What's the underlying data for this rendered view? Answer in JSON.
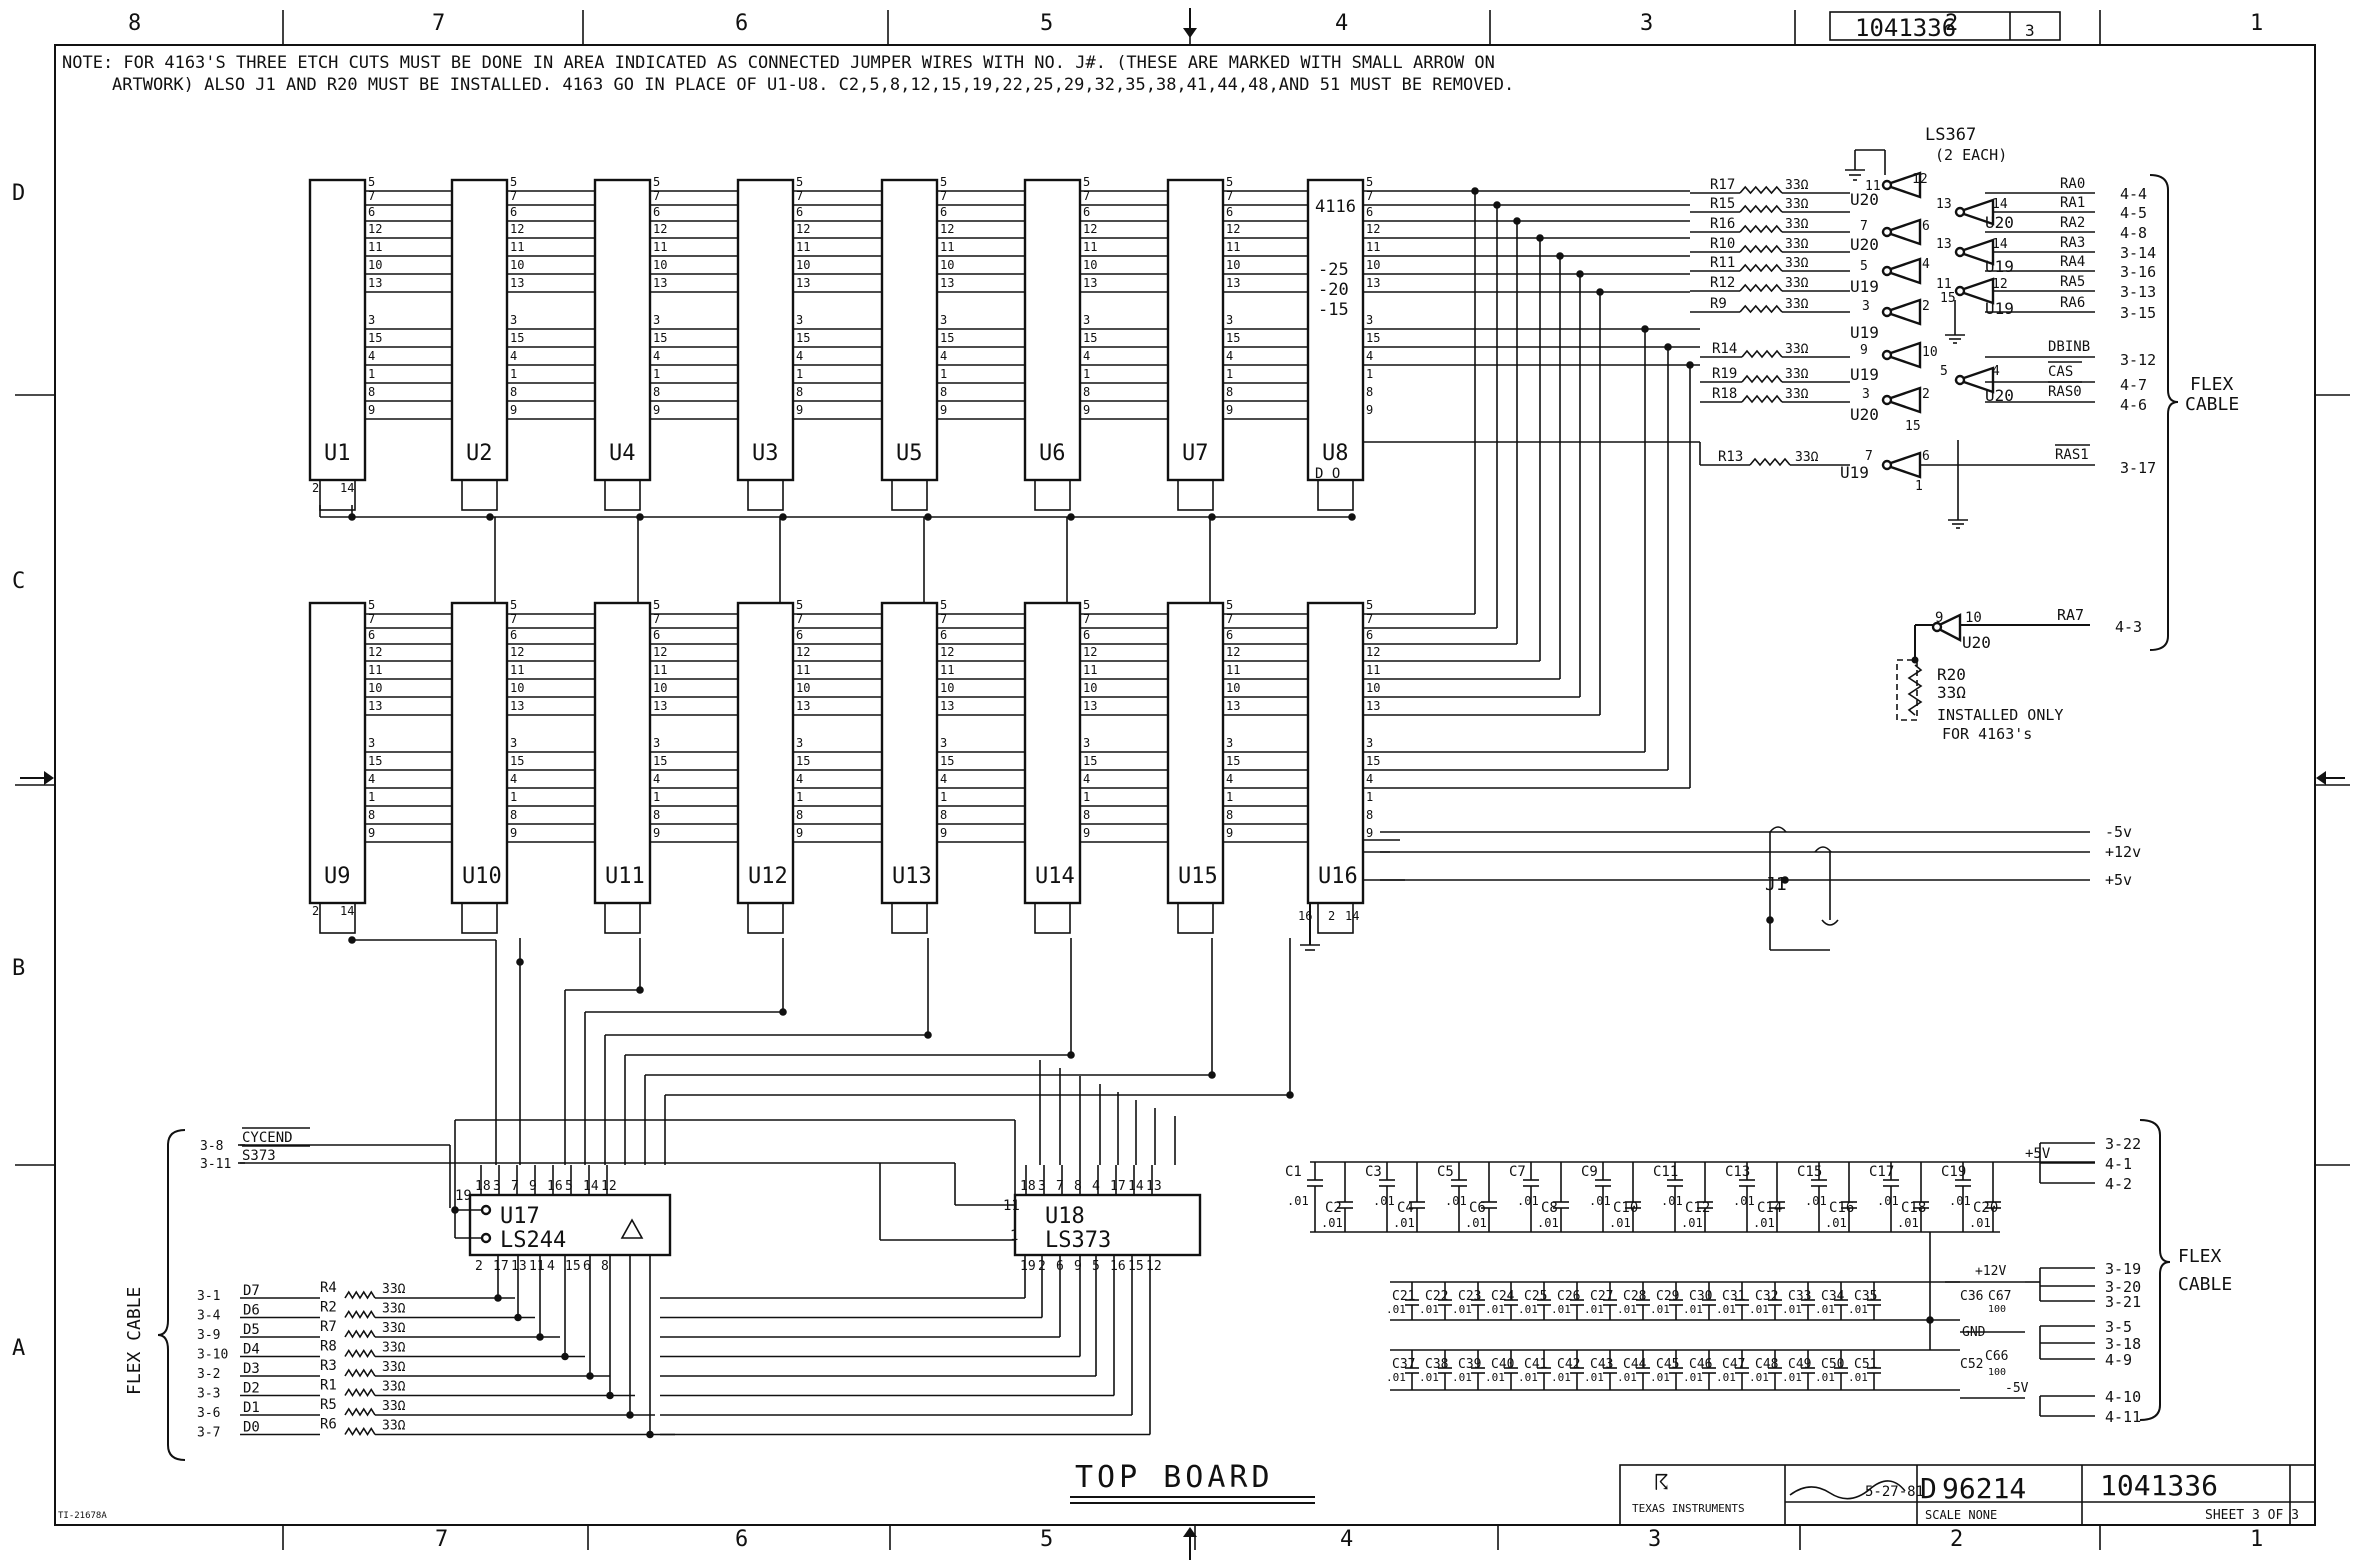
{
  "drawing_number": "1041336",
  "revision": "3",
  "border": {
    "top_zones": [
      "8",
      "7",
      "6",
      "5",
      "4",
      "3",
      "2",
      "1"
    ],
    "bottom_zones": [
      "7",
      "6",
      "5",
      "4",
      "3",
      "2",
      "1"
    ],
    "rows": [
      "D",
      "C",
      "B",
      "A"
    ]
  },
  "note": {
    "line1": "NOTE: FOR 4163'S THREE ETCH CUTS MUST BE DONE IN AREA INDICATED AS CONNECTED JUMPER WIRES WITH NO. J#. (THESE ARE MARKED WITH SMALL ARROW ON",
    "line2": "ARTWORK) ALSO J1 AND R20 MUST BE INSTALLED. 4163 GO IN PLACE OF U1-U8. C2,5,8,12,15,19,22,25,29,32,35,38,41,44,48,AND 51 MUST BE REMOVED."
  },
  "ram_top": [
    "U1",
    "U2",
    "U4",
    "U3",
    "U5",
    "U6",
    "U7",
    "U8"
  ],
  "ram_bottom": [
    "U9",
    "U10",
    "U11",
    "U12",
    "U13",
    "U14",
    "U15",
    "U16"
  ],
  "ram_pins": [
    "5",
    "7",
    "6",
    "12",
    "11",
    "10",
    "13",
    "3",
    "15",
    "4",
    "1",
    "8",
    "9"
  ],
  "u8_part": "4116",
  "u8_voltages": [
    "-25",
    "-20",
    "-15"
  ],
  "u8_do": "D O",
  "ram_bottom_pins": [
    "2",
    "14"
  ],
  "u16_bottom_pins": [
    "16",
    "2",
    "14"
  ],
  "ls367_label": "LS367",
  "ls367_sub": "(2 EACH)",
  "address_drivers": [
    {
      "res": "R17",
      "val": "33Ω",
      "sig": "RA0",
      "ref": "4-4"
    },
    {
      "res": "R15",
      "val": "33Ω",
      "sig": "RA1",
      "ref": "4-5"
    },
    {
      "res": "R16",
      "val": "33Ω",
      "sig": "RA2",
      "ref": "4-8"
    },
    {
      "res": "R10",
      "val": "33Ω",
      "sig": "RA3",
      "ref": "3-14"
    },
    {
      "res": "R11",
      "val": "33Ω",
      "sig": "RA4",
      "ref": "3-16"
    },
    {
      "res": "R12",
      "val": "33Ω",
      "sig": "RA5",
      "ref": "3-13"
    },
    {
      "res": "R9",
      "val": "33Ω",
      "sig": "RA6",
      "ref": "3-15"
    }
  ],
  "control_drivers": [
    {
      "res": "R14",
      "val": "33Ω",
      "sig": "DBINB",
      "ref": "3-12"
    },
    {
      "res": "R19",
      "val": "33Ω",
      "sig": "CAS",
      "ref": "4-7"
    },
    {
      "res": "R18",
      "val": "33Ω",
      "sig": "RAS0",
      "ref": "4-6"
    }
  ],
  "ras1": {
    "res": "R13",
    "val": "33Ω",
    "sig": "RAS1",
    "ref": "3-17"
  },
  "ra7": {
    "sig": "RA7",
    "ref": "4-3",
    "gate": "U20"
  },
  "gate_labels": [
    "U20",
    "U20",
    "U20",
    "U19",
    "U19",
    "U19",
    "U19",
    "U19",
    "U20",
    "U20",
    "U19",
    "U20"
  ],
  "gate_pins": [
    "11",
    "12",
    "13",
    "14",
    "7",
    "6",
    "13",
    "14",
    "5",
    "4",
    "11",
    "12",
    "3",
    "2",
    "15",
    "9",
    "10",
    "5",
    "4",
    "3",
    "2",
    "15",
    "7",
    "6",
    "1",
    "9",
    "10"
  ],
  "r20": {
    "name": "R20",
    "val": "33Ω",
    "note1": "INSTALLED ONLY",
    "note2": "FOR 4163's"
  },
  "flex_cable_label": "FLEX CABLE",
  "power_rails": [
    {
      "label": "-5v"
    },
    {
      "label": "+12v"
    },
    {
      "label": "+5v"
    }
  ],
  "jumper": "J1",
  "u17": {
    "name": "U17",
    "part": "LS244",
    "top_pins": [
      "18",
      "3",
      "7",
      "9",
      "16",
      "5",
      "14",
      "12"
    ],
    "bottom_pins": [
      "2",
      "17",
      "13",
      "11",
      "4",
      "15",
      "6",
      "8"
    ],
    "oe": "19"
  },
  "u18": {
    "name": "U18",
    "part": "LS373",
    "top_pins": [
      "18",
      "3",
      "7",
      "8",
      "4",
      "17",
      "14",
      "13"
    ],
    "bottom_pins": [
      "19",
      "2",
      "6",
      "9",
      "5",
      "16",
      "15",
      "12"
    ],
    "pin11": "11",
    "pin1": "1"
  },
  "control_inputs": [
    {
      "ref": "3-8",
      "sig": "CYCEND"
    },
    {
      "ref": "3-11",
      "sig": "S373"
    }
  ],
  "data_inputs": [
    {
      "ref": "3-1",
      "sig": "D7",
      "res": "R4",
      "val": "33Ω"
    },
    {
      "ref": "3-4",
      "sig": "D6",
      "res": "R2",
      "val": "33Ω"
    },
    {
      "ref": "3-9",
      "sig": "D5",
      "res": "R7",
      "val": "33Ω"
    },
    {
      "ref": "3-10",
      "sig": "D4",
      "res": "R8",
      "val": "33Ω"
    },
    {
      "ref": "3-2",
      "sig": "D3",
      "res": "R3",
      "val": "33Ω"
    },
    {
      "ref": "3-3",
      "sig": "D2",
      "res": "R1",
      "val": "33Ω"
    },
    {
      "ref": "3-6",
      "sig": "D1",
      "res": "R5",
      "val": "33Ω"
    },
    {
      "ref": "3-7",
      "sig": "D0",
      "res": "R6",
      "val": "33Ω"
    }
  ],
  "flex_cable_vertical": "FLEX CABLE",
  "caps_row1": [
    "C1",
    "C3",
    "C5",
    "C7",
    "C9",
    "C11",
    "C13",
    "C15",
    "C17",
    "C19"
  ],
  "caps_row1_low": [
    "C2",
    "C4",
    "C6",
    "C8",
    "C10",
    "C12",
    "C14",
    "C16",
    "C18",
    "C20"
  ],
  "caps_row2": [
    "C21",
    "C22",
    "C23",
    "C24",
    "C25",
    "C26",
    "C27",
    "C28",
    "C29",
    "C30",
    "C31",
    "C32",
    "C33",
    "C34",
    "C35",
    "C36",
    "C67"
  ],
  "caps_row3": [
    "C37",
    "C38",
    "C39",
    "C40",
    "C41",
    "C42",
    "C43",
    "C44",
    "C45",
    "C46",
    "C47",
    "C48",
    "C49",
    "C50",
    "C51",
    "C52",
    "C66"
  ],
  "cap_value": ".01",
  "cap_big_value": "100",
  "power_supply_refs": [
    {
      "label": "+5V",
      "refs": [
        "3-22",
        "4-1",
        "4-2"
      ]
    },
    {
      "label": "+12V",
      "refs": [
        "3-19",
        "3-20",
        "3-21"
      ]
    },
    {
      "label": "GND",
      "refs": [
        "3-5",
        "3-18",
        "4-9"
      ]
    },
    {
      "label": "-5V",
      "refs": [
        "4-10",
        "4-11"
      ]
    }
  ],
  "board_title": "TOP BOARD",
  "title_block": {
    "company": "TEXAS INSTRUMENTS",
    "date": "5-27-81",
    "size_code": "D",
    "code_id": "96214",
    "dwg_no": "1041336",
    "scale": "SCALE NONE",
    "sheet": "SHEET 3 OF 3",
    "corner": "TI-21678A"
  }
}
